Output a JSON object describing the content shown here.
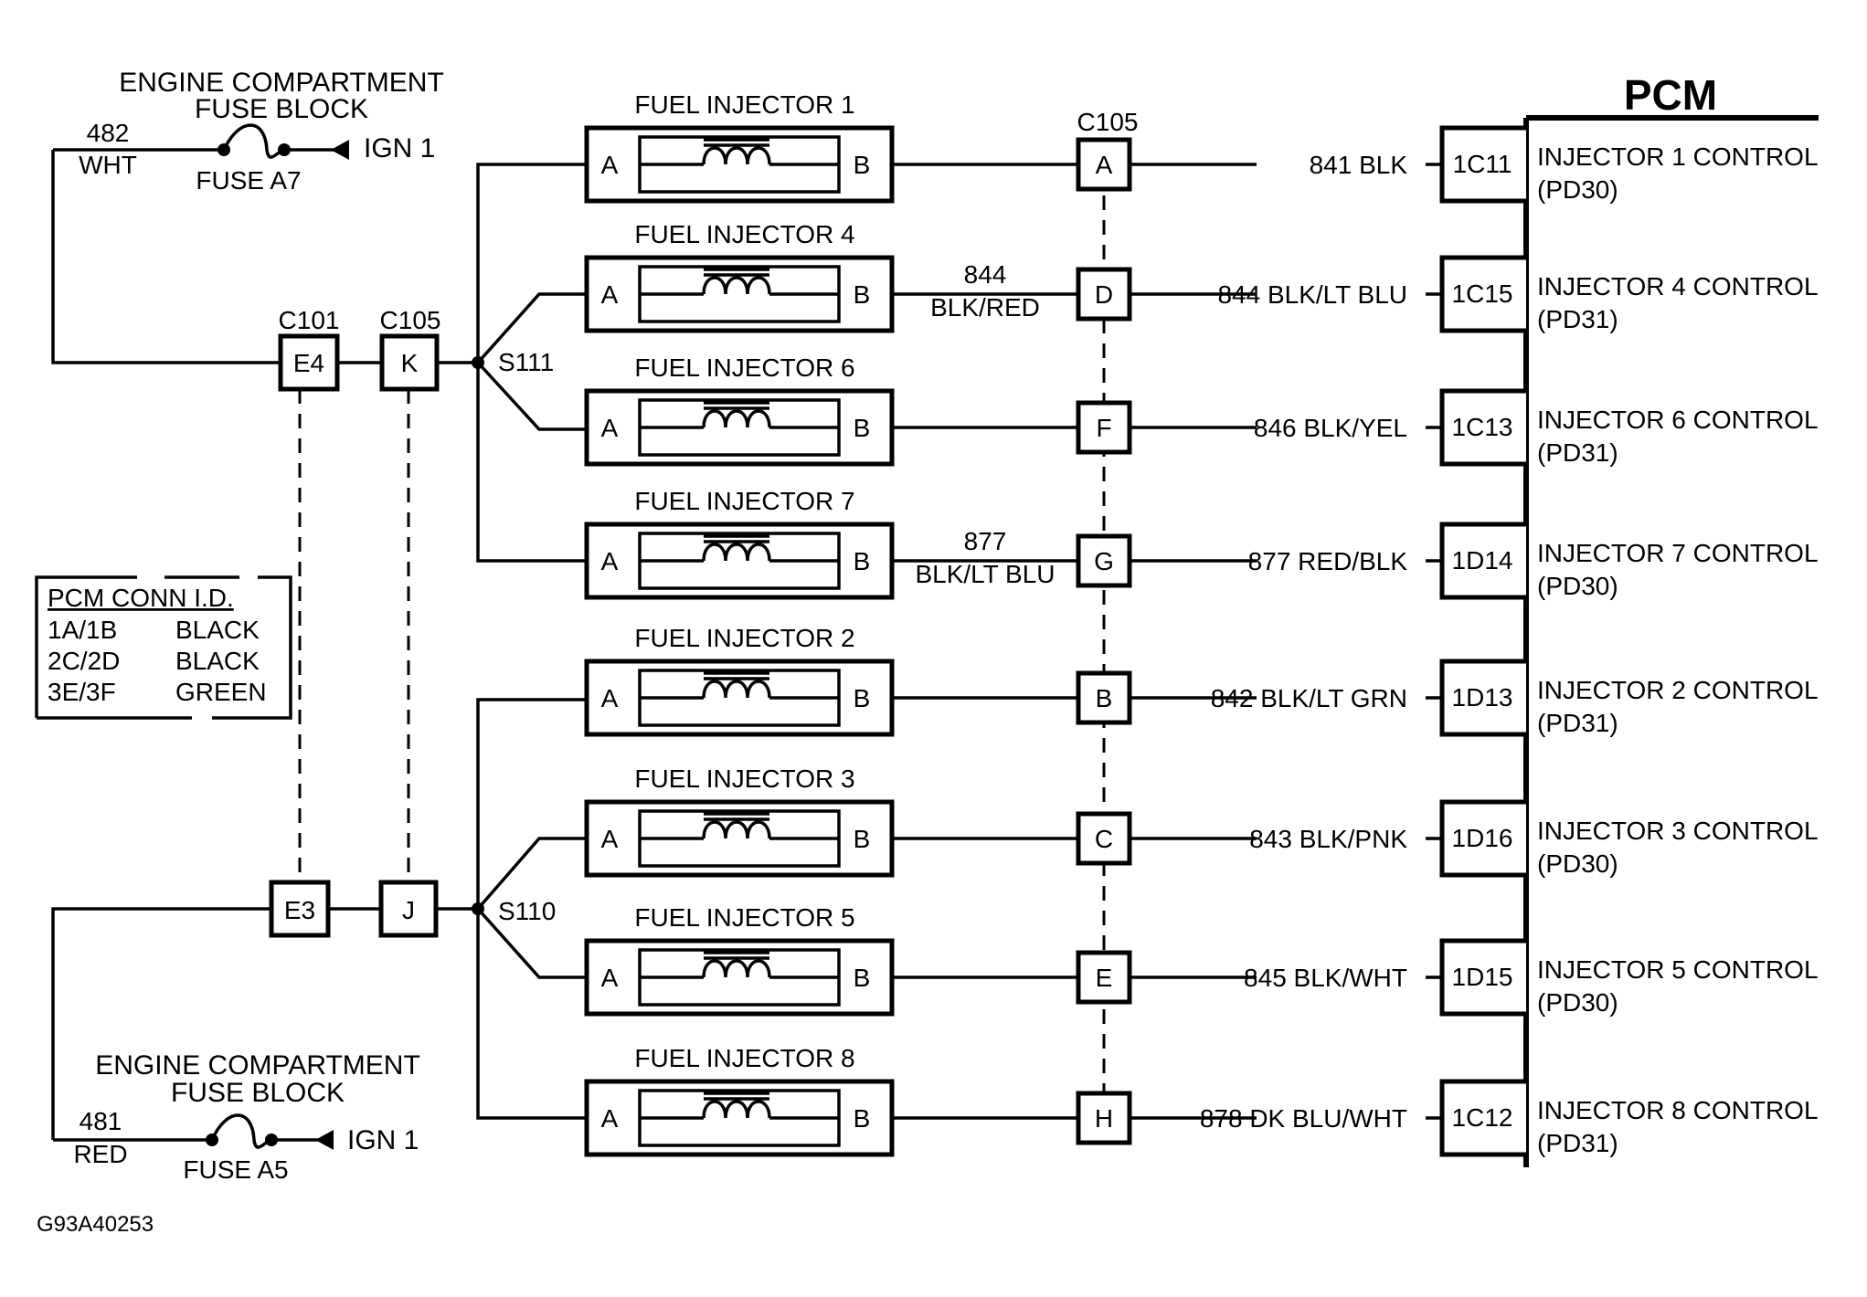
{
  "top_fuse": {
    "title_line1": "ENGINE COMPARTMENT",
    "title_line2": "FUSE BLOCK",
    "circuit": "482",
    "color": "WHT",
    "fuse": "FUSE A7",
    "source": "IGN 1"
  },
  "bottom_fuse": {
    "title_line1": "ENGINE COMPARTMENT",
    "title_line2": "FUSE BLOCK",
    "circuit": "481",
    "color": "RED",
    "fuse": "FUSE A5",
    "source": "IGN 1"
  },
  "connectors": {
    "c101": {
      "name": "C101",
      "top_pin": "E4",
      "bottom_pin": "E3"
    },
    "c105_left": {
      "name": "C105",
      "top_pin": "K",
      "bottom_pin": "J"
    },
    "c105_right": {
      "name": "C105"
    }
  },
  "splices": {
    "top": "S111",
    "bottom": "S110"
  },
  "pcm": {
    "title": "PCM"
  },
  "pcm_conn_id": {
    "title": "PCM CONN I.D.",
    "rows": [
      {
        "conn": "1A/1B",
        "color": "BLACK"
      },
      {
        "conn": "2C/2D",
        "color": "BLACK"
      },
      {
        "conn": "3E/3F",
        "color": "GREEN"
      }
    ]
  },
  "injectors": [
    {
      "label": "FUEL INJECTOR 1",
      "pin_a": "A",
      "pin_b": "B",
      "mid_circuit": "",
      "mid_color": "",
      "c105_pin": "A",
      "wire": "841 BLK",
      "pcm_pin": "1C11",
      "function": "INJECTOR 1 CONTROL",
      "code": "(PD30)"
    },
    {
      "label": "FUEL INJECTOR 4",
      "pin_a": "A",
      "pin_b": "B",
      "mid_circuit": "844",
      "mid_color": "BLK/RED",
      "c105_pin": "D",
      "wire": "844 BLK/LT BLU",
      "pcm_pin": "1C15",
      "function": "INJECTOR 4 CONTROL",
      "code": "(PD31)"
    },
    {
      "label": "FUEL INJECTOR 6",
      "pin_a": "A",
      "pin_b": "B",
      "mid_circuit": "",
      "mid_color": "",
      "c105_pin": "F",
      "wire": "846 BLK/YEL",
      "pcm_pin": "1C13",
      "function": "INJECTOR 6 CONTROL",
      "code": "(PD31)"
    },
    {
      "label": "FUEL INJECTOR 7",
      "pin_a": "A",
      "pin_b": "B",
      "mid_circuit": "877",
      "mid_color": "BLK/LT BLU",
      "c105_pin": "G",
      "wire": "877 RED/BLK",
      "pcm_pin": "1D14",
      "function": "INJECTOR 7 CONTROL",
      "code": "(PD30)"
    },
    {
      "label": "FUEL INJECTOR 2",
      "pin_a": "A",
      "pin_b": "B",
      "mid_circuit": "",
      "mid_color": "",
      "c105_pin": "B",
      "wire": "842 BLK/LT GRN",
      "pcm_pin": "1D13",
      "function": "INJECTOR 2 CONTROL",
      "code": "(PD31)"
    },
    {
      "label": "FUEL INJECTOR 3",
      "pin_a": "A",
      "pin_b": "B",
      "mid_circuit": "",
      "mid_color": "",
      "c105_pin": "C",
      "wire": "843 BLK/PNK",
      "pcm_pin": "1D16",
      "function": "INJECTOR 3 CONTROL",
      "code": "(PD30)"
    },
    {
      "label": "FUEL INJECTOR 5",
      "pin_a": "A",
      "pin_b": "B",
      "mid_circuit": "",
      "mid_color": "",
      "c105_pin": "E",
      "wire": "845 BLK/WHT",
      "pcm_pin": "1D15",
      "function": "INJECTOR 5 CONTROL",
      "code": "(PD30)"
    },
    {
      "label": "FUEL INJECTOR 8",
      "pin_a": "A",
      "pin_b": "B",
      "mid_circuit": "",
      "mid_color": "",
      "c105_pin": "H",
      "wire": "878 DK BLU/WHT",
      "pcm_pin": "1C12",
      "function": "INJECTOR 8 CONTROL",
      "code": "(PD31)"
    }
  ],
  "figure_id": "G93A40253"
}
